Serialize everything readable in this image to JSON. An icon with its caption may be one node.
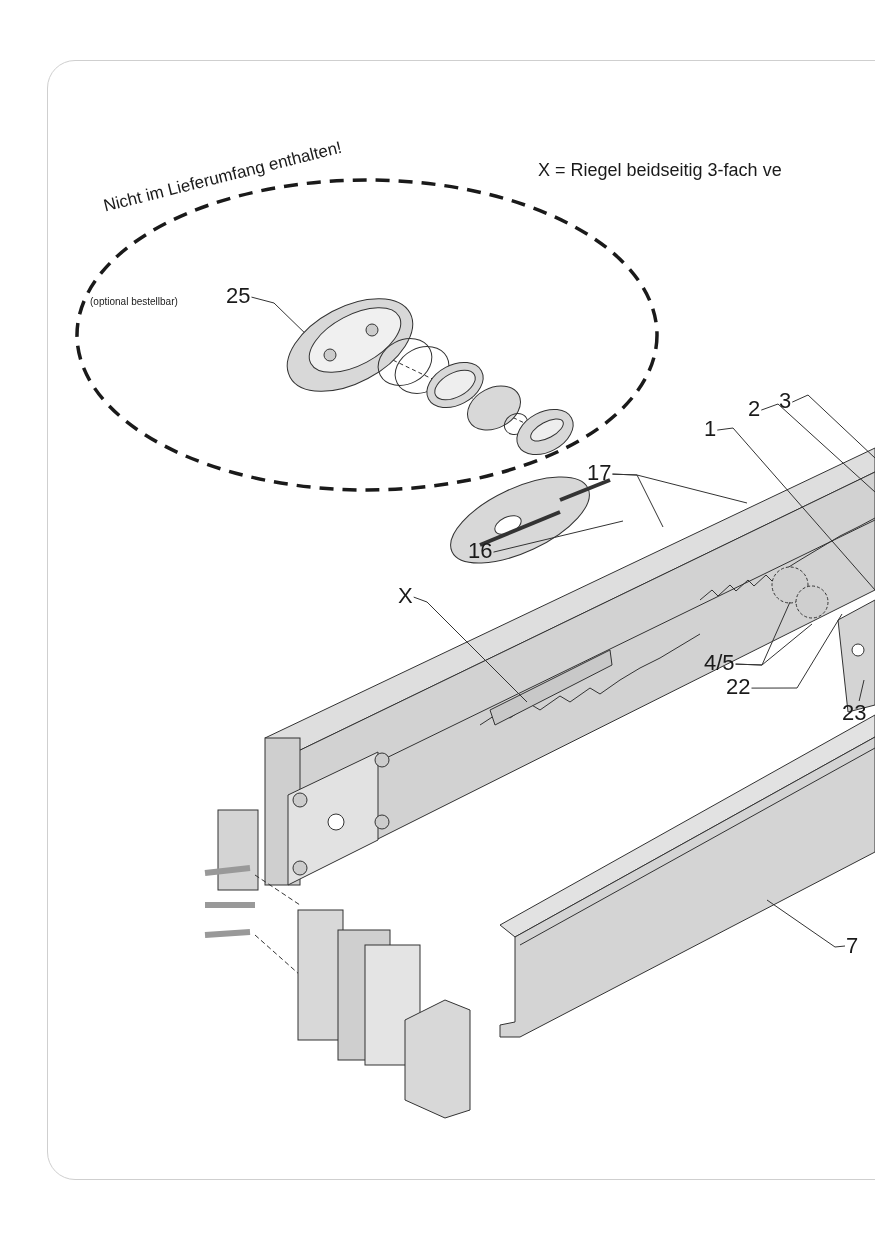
{
  "diagram": {
    "nodes": [
      {
        "text": [
          "Nicht im Lieferumfang enthalten!"
        ]
      },
      {
        "text": [
          "25"
        ],
        "in": 0
      },
      {
        "text": [
          "3"
        ]
      },
      {
        "text": [
          "2"
        ]
      },
      {
        "text": [
          "1"
        ]
      },
      {
        "text": [
          "17"
        ]
      },
      {
        "text": [
          "16"
        ]
      },
      {
        "text": [
          "X"
        ]
      },
      {
        "text": [
          "4/5"
        ]
      },
      {
        "text": [
          "22"
        ]
      },
      {
        "text": [
          "23"
        ]
      },
      {
        "text": [
          "7"
        ]
      },
      {
        "text": [],
        "shape": "picture",
        "in": 0
      }
    ],
    "edges": [
      {
        "from": 1,
        "to": 12,
        "arrow": "none"
      },
      {
        "from": 2,
        "to": null,
        "arrow": "none"
      },
      {
        "from": 3,
        "to": null,
        "arrow": "none"
      },
      {
        "from": 4,
        "to": null,
        "arrow": "none"
      },
      {
        "from": 5,
        "to": null,
        "arrow": "none"
      },
      {
        "from": 5,
        "to": null,
        "arrow": "none"
      },
      {
        "from": 6,
        "to": null,
        "arrow": "none"
      },
      {
        "from": 7,
        "to": null,
        "arrow": "none"
      },
      {
        "from": 8,
        "to": null,
        "arrow": "none"
      },
      {
        "from": 8,
        "to": null,
        "arrow": "none"
      },
      {
        "from": 9,
        "to": null,
        "arrow": "none"
      },
      {
        "from": 10,
        "to": null,
        "arrow": "none"
      },
      {
        "from": 11,
        "to": null,
        "arrow": "none"
      }
    ],
    "labels": [
      "X = Riegel beidseitig 3-fach ve",
      "(optional bestellbar)"
    ]
  }
}
